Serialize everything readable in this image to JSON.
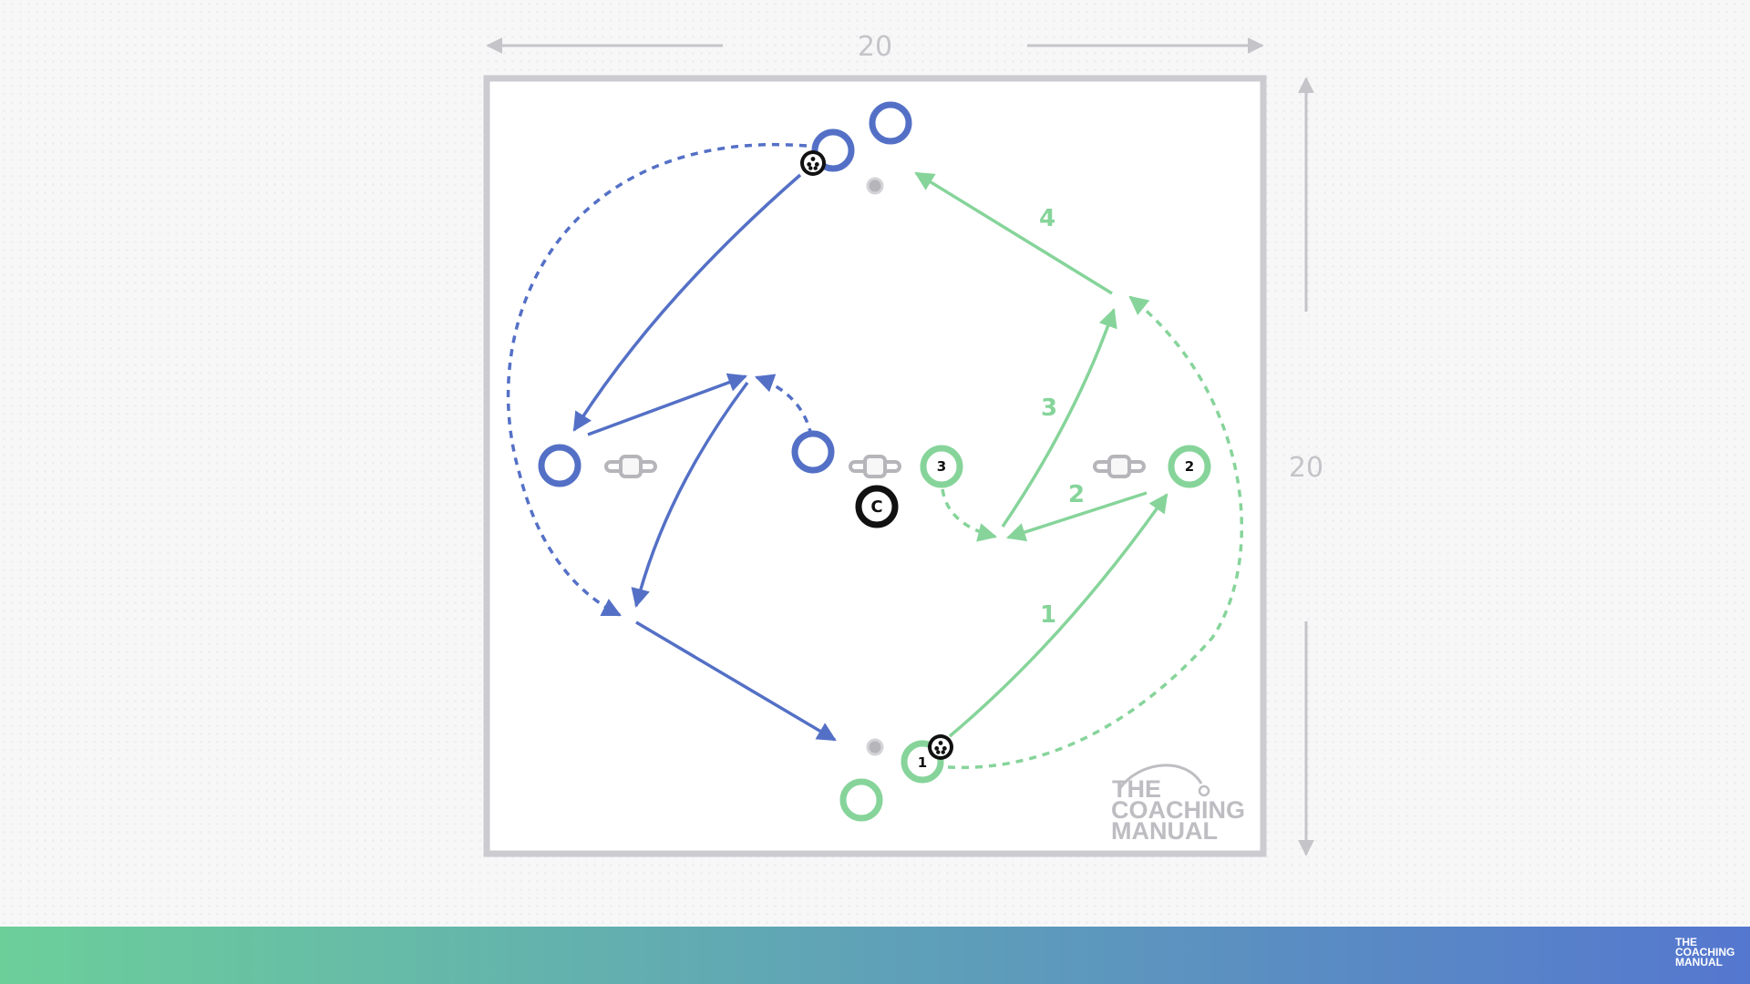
{
  "dimensions": {
    "width_label": "20",
    "height_label": "20"
  },
  "players": {
    "blue_team": 4,
    "green_team": 4,
    "green_numbers": [
      "1",
      "2",
      "3"
    ],
    "coach_label": "C"
  },
  "steps": [
    "1",
    "2",
    "3",
    "4"
  ],
  "watermark": {
    "line1": "THE",
    "line2": "COACHING",
    "line3": "MANUAL"
  },
  "footer_logo": {
    "line1": "THE",
    "line2": "COACHING",
    "line3": "MANUAL"
  },
  "colors": {
    "blue": "#5470c6",
    "green": "#86d49a",
    "border": "#cbcbd0",
    "footer_start": "#6ccf9a",
    "footer_end": "#5577cf"
  }
}
